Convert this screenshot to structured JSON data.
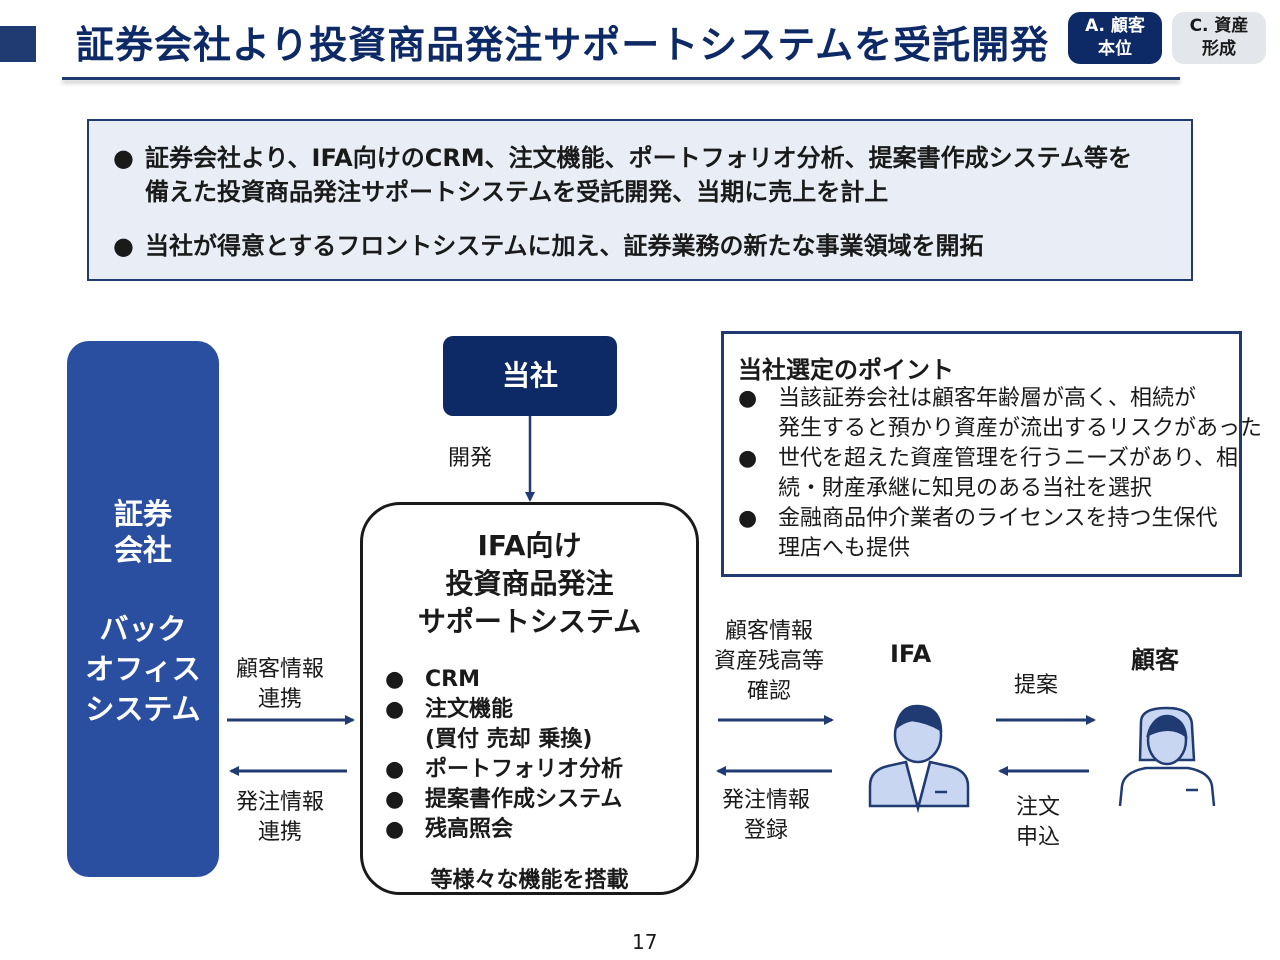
{
  "header": {
    "title": "証券会社より投資商品発注サポートシステムを受託開発",
    "badge_a_line1": "A. 顧客",
    "badge_a_line2": "本位",
    "badge_c_line1": "C. 資産",
    "badge_c_line2": "形成"
  },
  "summary": {
    "bullet": "●",
    "item1_line1": "証券会社より、IFA向けのCRM、注文機能、ポートフォリオ分析、提案書作成システム等を",
    "item1_line2": "備えた投資商品発注サポートシステムを受託開発、当期に売上を計上",
    "item2": "当社が得意とするフロントシステムに加え、証券業務の新たな事業領域を開拓"
  },
  "diagram": {
    "left_box_line1": "証券",
    "left_box_line2": "会社",
    "left_box_line3": "バック",
    "left_box_line4": "オフィス",
    "left_box_line5": "システム",
    "company": "当社",
    "dev_label": "開発",
    "system_title_line1": "IFA向け",
    "system_title_line2": "投資商品発注",
    "system_title_line3": "サポートシステム",
    "features": [
      "CRM",
      "注文機能",
      "(買付 売却 乗換)",
      "ポートフォリオ分析",
      "提案書作成システム",
      "残高照会"
    ],
    "system_footer": "等様々な機能を搭載",
    "left_top_label_1": "顧客情報",
    "left_top_label_2": "連携",
    "left_bottom_label_1": "発注情報",
    "left_bottom_label_2": "連携",
    "right_top_label_1": "顧客情報",
    "right_top_label_2": "資産残高等",
    "right_top_label_3": "確認",
    "right_bottom_label_1": "発注情報",
    "right_bottom_label_2": "登録",
    "ifa_label": "IFA",
    "customer_label": "顧客",
    "proposal_label": "提案",
    "order_label_1": "注文",
    "order_label_2": "申込"
  },
  "points": {
    "title": "当社選定のポイント",
    "p1_line1": "当該証券会社は顧客年齢層が高く、相続が",
    "p1_line2": "発生すると預かり資産が流出するリスクがあった",
    "p2_line1": "世代を超えた資産管理を行うニーズがあり、相",
    "p2_line2": "続・財産承継に知見のある当社を選択",
    "p3_line1": "金融商品仲介業者のライセンスを持つ生保代",
    "p3_line2": "理店へも提供"
  },
  "page_number": "17",
  "colors": {
    "navy": "#0d2a66",
    "blue": "#2a4ea0",
    "light_bg": "#e9eef6",
    "icon_fill": "#c9d6f2"
  }
}
